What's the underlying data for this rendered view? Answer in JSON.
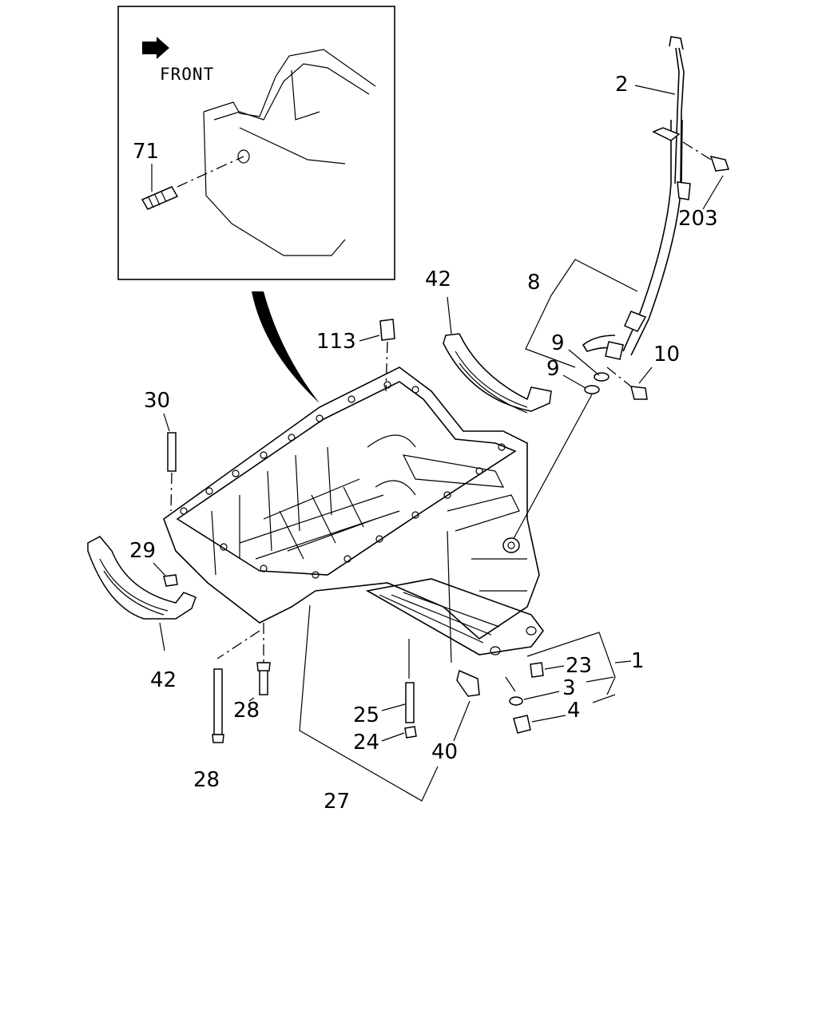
{
  "inset": {
    "direction_label": "FRONT"
  },
  "callouts": {
    "c71": "71",
    "c2": "2",
    "c203": "203",
    "c8": "8",
    "c42_top": "42",
    "c113": "113",
    "c9_a": "9",
    "c9_b": "9",
    "c10": "10",
    "c30": "30",
    "c29": "29",
    "c42_left": "42",
    "c1": "1",
    "c23": "23",
    "c3": "3",
    "c4": "4",
    "c28_a": "28",
    "c28_b": "28",
    "c25": "25",
    "c24": "24",
    "c40": "40",
    "c27": "27"
  }
}
